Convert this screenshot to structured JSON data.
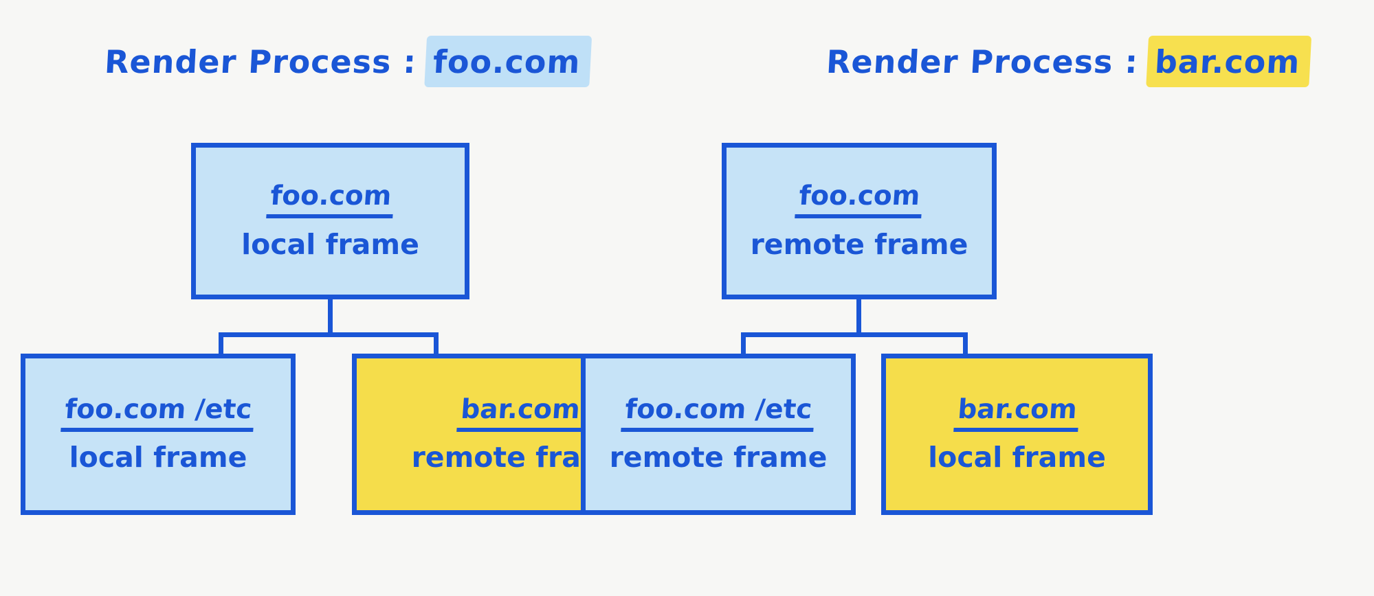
{
  "colors": {
    "ink": "#1a56d6",
    "fill_blue": "#c6e3f7",
    "fill_yellow": "#f5dd4b",
    "highlight_blue": "#bfe0f7",
    "highlight_yellow": "#f7e04f",
    "background": "#f7f7f5"
  },
  "panels": [
    {
      "title_prefix": "Render Process : ",
      "title_highlight": "foo.com",
      "highlight_color": "blue",
      "parent": {
        "url": "foo.com",
        "kind": "local frame",
        "fill": "blue"
      },
      "children": [
        {
          "url": "foo.com /etc",
          "kind": "local frame",
          "fill": "blue"
        },
        {
          "url": "bar.com",
          "kind": "remote frame",
          "fill": "yellow"
        }
      ]
    },
    {
      "title_prefix": "Render Process : ",
      "title_highlight": "bar.com",
      "highlight_color": "yellow",
      "parent": {
        "url": "foo.com",
        "kind": "remote frame",
        "fill": "blue"
      },
      "children": [
        {
          "url": "foo.com /etc",
          "kind": "remote frame",
          "fill": "blue"
        },
        {
          "url": "bar.com",
          "kind": "local frame",
          "fill": "yellow"
        }
      ]
    }
  ]
}
